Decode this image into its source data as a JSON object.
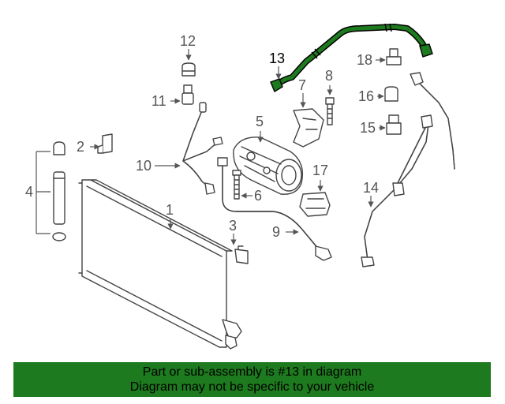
{
  "diagram": {
    "highlight_color": "#1e7a1e",
    "highlighted_part": "13",
    "callouts": [
      "1",
      "2",
      "3",
      "4",
      "5",
      "6",
      "7",
      "8",
      "9",
      "10",
      "11",
      "12",
      "13",
      "14",
      "15",
      "16",
      "17",
      "18"
    ]
  },
  "banner": {
    "line1": "Part or sub-assembly is #13 in diagram",
    "line2": "Diagram may not be specific to your vehicle"
  }
}
